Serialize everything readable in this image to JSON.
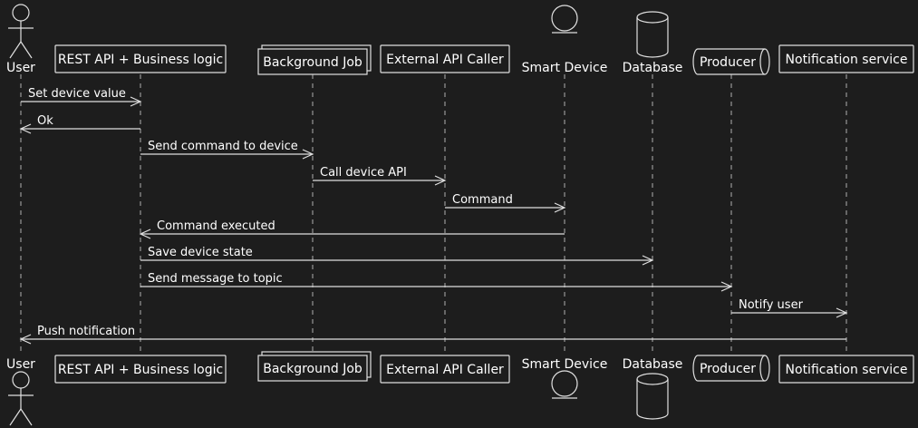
{
  "colors": {
    "background": "#1d1d1d",
    "stroke": "#e0e0e0",
    "text": "#ffffff",
    "box_fill": "#1d1d1d"
  },
  "participants": [
    {
      "id": "user",
      "label": "User",
      "kind": "actor"
    },
    {
      "id": "rest",
      "label": "REST API + Business logic",
      "kind": "participant"
    },
    {
      "id": "job",
      "label": "Background Job",
      "kind": "collections"
    },
    {
      "id": "ext",
      "label": "External API Caller",
      "kind": "participant"
    },
    {
      "id": "smart",
      "label": "Smart Device",
      "kind": "entity"
    },
    {
      "id": "db",
      "label": "Database",
      "kind": "database"
    },
    {
      "id": "producer",
      "label": "Producer",
      "kind": "queue"
    },
    {
      "id": "notify",
      "label": "Notification service",
      "kind": "participant"
    }
  ],
  "messages": [
    {
      "from": "user",
      "to": "rest",
      "label": "Set device value"
    },
    {
      "from": "rest",
      "to": "user",
      "label": "Ok"
    },
    {
      "from": "rest",
      "to": "job",
      "label": "Send command to device"
    },
    {
      "from": "job",
      "to": "ext",
      "label": "Call device API"
    },
    {
      "from": "ext",
      "to": "smart",
      "label": "Command"
    },
    {
      "from": "smart",
      "to": "rest",
      "label": "Command executed"
    },
    {
      "from": "rest",
      "to": "db",
      "label": "Save device state"
    },
    {
      "from": "rest",
      "to": "producer",
      "label": "Send message to topic"
    },
    {
      "from": "producer",
      "to": "notify",
      "label": "Notify user"
    },
    {
      "from": "notify",
      "to": "user",
      "label": "Push notification"
    }
  ]
}
